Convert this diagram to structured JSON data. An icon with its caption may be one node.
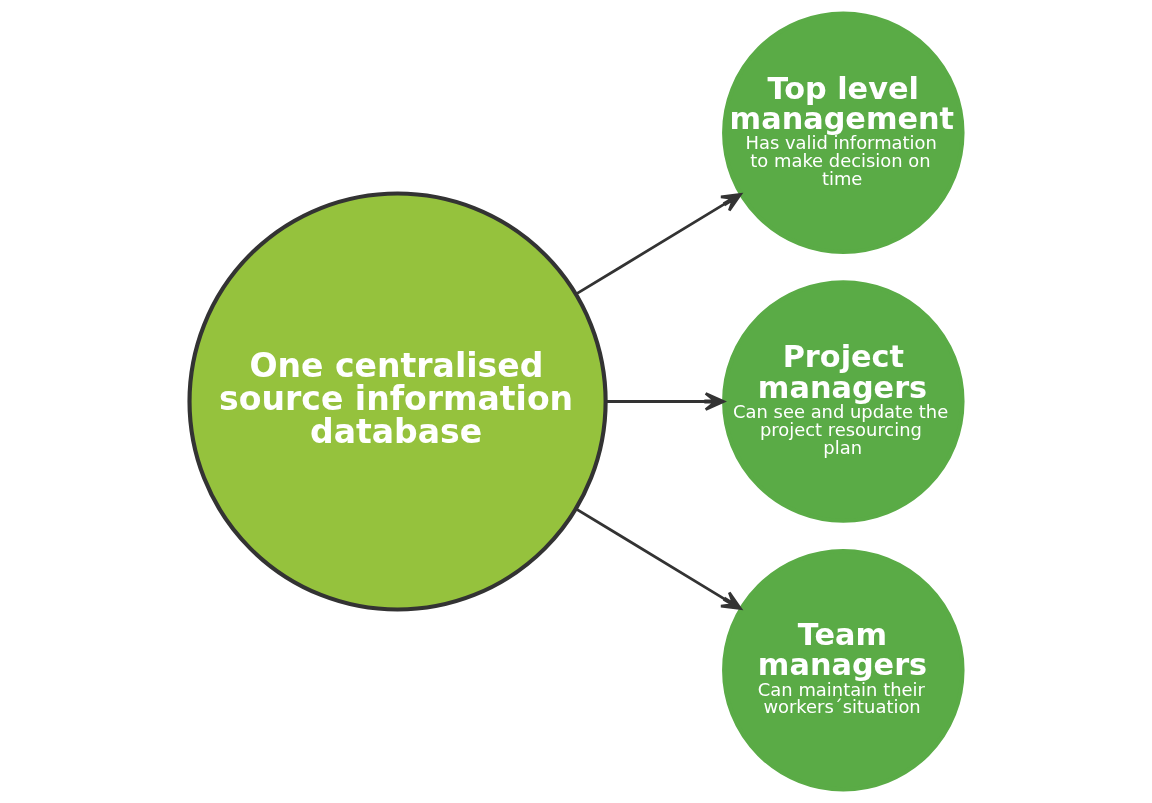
{
  "diagram": {
    "nodes": [
      {
        "text": [
          "One centralised source information database"
        ]
      },
      {
        "text": [
          "Top level management",
          "Has valid information to make decision on time"
        ]
      },
      {
        "text": [
          "Project managers",
          "Can see and update the project resourcing plan"
        ]
      },
      {
        "text": [
          "Team managers",
          "Can maintain their workers´situation"
        ]
      }
    ],
    "edges": [
      {
        "from": 0,
        "to": 1,
        "arrow": "to"
      },
      {
        "from": 0,
        "to": 2,
        "arrow": "to"
      },
      {
        "from": 0,
        "to": 3,
        "arrow": "to"
      }
    ]
  }
}
